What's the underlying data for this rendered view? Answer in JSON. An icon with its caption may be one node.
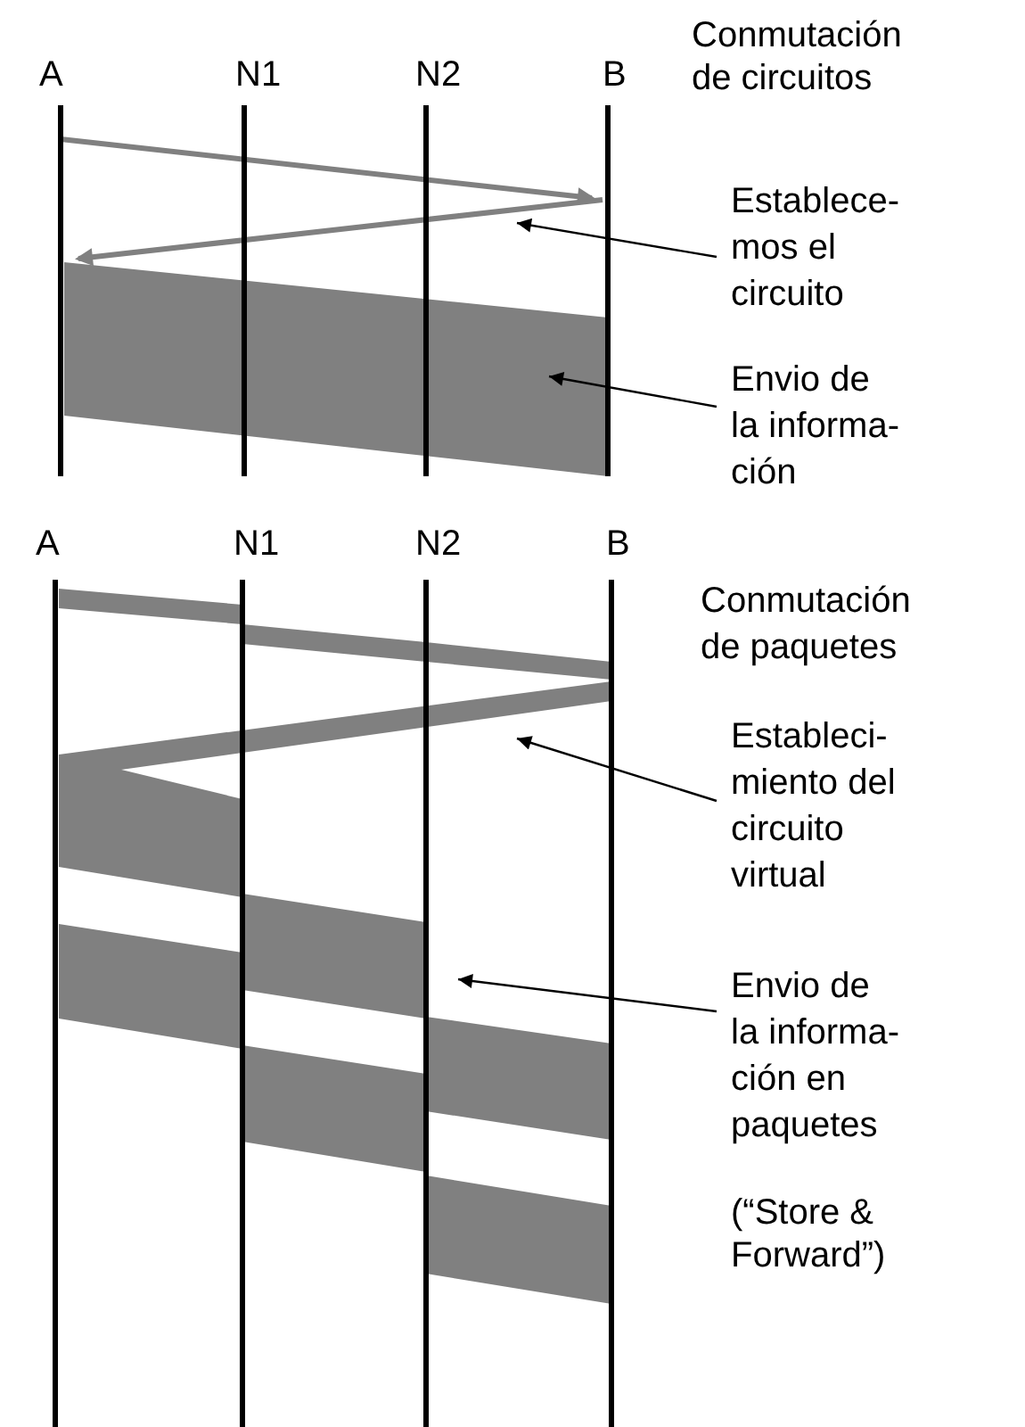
{
  "diagram": {
    "nodes": [
      {
        "text": [
          "Establece- mos el circuito"
        ]
      },
      {
        "text": [],
        "shape": "line"
      },
      {
        "text": [
          "Envio de la informa- ción"
        ]
      },
      {
        "text": [],
        "shape": "band"
      },
      {
        "text": [
          "Estableci- miento del circuito virtual"
        ]
      },
      {
        "text": [],
        "shape": "band"
      },
      {
        "text": [
          "Envio de la informa- ción en paquetes"
        ]
      },
      {
        "text": [],
        "shape": "band"
      }
    ],
    "edges": [
      {
        "from": 0,
        "to": 1,
        "arrow": "to"
      },
      {
        "from": 2,
        "to": 3,
        "arrow": "to"
      },
      {
        "from": 4,
        "to": 5,
        "arrow": "to"
      },
      {
        "from": 6,
        "to": 7,
        "arrow": "to"
      }
    ],
    "labels": [
      "Conmutación de circuitos",
      "A",
      "N1",
      "N2",
      "B",
      "A",
      "N1",
      "N2",
      "B",
      "Conmutación de paquetes",
      "(“Store & Forward”)"
    ]
  }
}
